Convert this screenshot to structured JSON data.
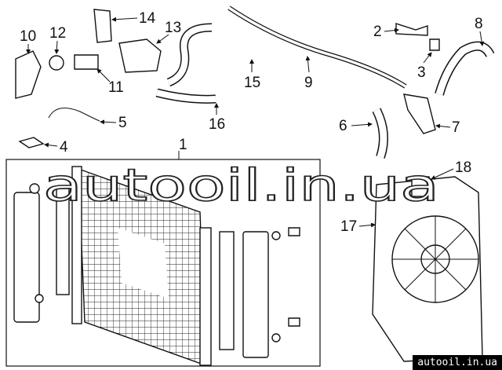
{
  "callouts": {
    "c1": "1",
    "c2": "2",
    "c3": "3",
    "c4": "4",
    "c5": "5",
    "c6": "6",
    "c7": "7",
    "c8": "8",
    "c9": "9",
    "c10": "10",
    "c11": "11",
    "c12": "12",
    "c13": "13",
    "c14": "14",
    "c15": "15",
    "c16": "16",
    "c17": "17",
    "c18": "18"
  },
  "watermark": {
    "text": "autooil.in.ua",
    "badge": "autooil.in.ua"
  }
}
